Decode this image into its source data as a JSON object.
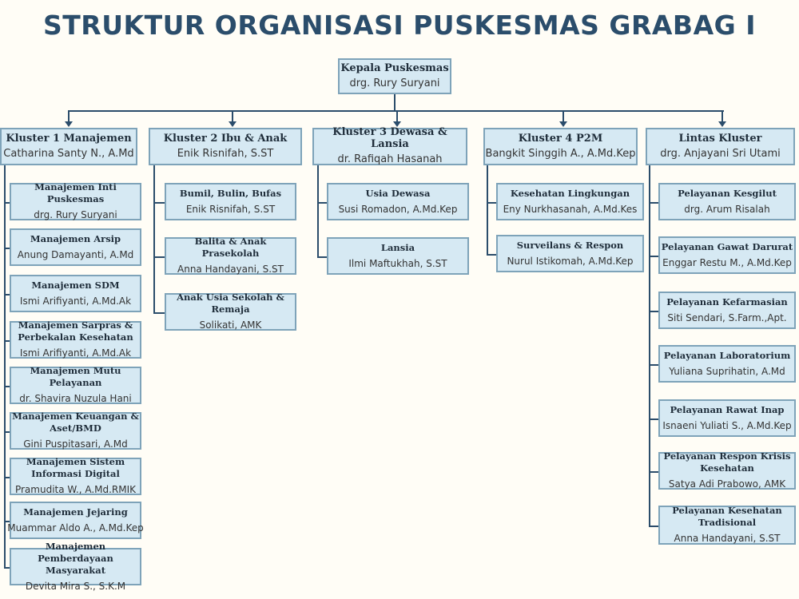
{
  "title": "STRUKTUR ORGANISASI PUSKESMAS GRABAG I",
  "head": {
    "title": "Kepala Puskesmas",
    "name": "drg. Rury Suryani"
  },
  "clusters": [
    {
      "title": "Kluster 1 Manajemen",
      "name": "Catharina Santy N., A.Md",
      "children": [
        {
          "title": "Manajemen Inti Puskesmas",
          "name": "drg. Rury Suryani"
        },
        {
          "title": "Manajemen Arsip",
          "name": "Anung Damayanti, A.Md"
        },
        {
          "title": "Manajemen SDM",
          "name": "Ismi Arifiyanti, A.Md.Ak"
        },
        {
          "title": "Manajemen Sarpras & Perbekalan Kesehatan",
          "name": "Ismi Arifiyanti, A.Md.Ak"
        },
        {
          "title": "Manajemen Mutu Pelayanan",
          "name": "dr. Shavira Nuzula Hani"
        },
        {
          "title": "Manajemen Keuangan & Aset/BMD",
          "name": "Gini Puspitasari, A.Md"
        },
        {
          "title": "Manajemen Sistem Informasi Digital",
          "name": "Pramudita W., A.Md.RMIK"
        },
        {
          "title": "Manajemen Jejaring",
          "name": "Muammar Aldo A., A.Md.Kep"
        },
        {
          "title": "Manajemen Pemberdayaan Masyarakat",
          "name": "Devita Mira S., S.K.M"
        }
      ]
    },
    {
      "title": "Kluster 2 Ibu & Anak",
      "name": "Enik Risnifah, S.ST",
      "children": [
        {
          "title": "Bumil, Bulin, Bufas",
          "name": "Enik Risnifah, S.ST"
        },
        {
          "title": "Balita & Anak Prasekolah",
          "name": "Anna Handayani, S.ST"
        },
        {
          "title": "Anak Usia Sekolah & Remaja",
          "name": "Solikati, AMK"
        }
      ]
    },
    {
      "title": "Kluster 3 Dewasa & Lansia",
      "name": "dr. Rafiqah Hasanah",
      "children": [
        {
          "title": "Usia Dewasa",
          "name": "Susi Romadon, A.Md.Kep"
        },
        {
          "title": "Lansia",
          "name": "Ilmi Maftukhah, S.ST"
        }
      ]
    },
    {
      "title": "Kluster 4 P2M",
      "name": "Bangkit Singgih A., A.Md.Kep",
      "children": [
        {
          "title": "Kesehatan Lingkungan",
          "name": "Eny Nurkhasanah, A.Md.Kes"
        },
        {
          "title": "Surveilans & Respon",
          "name": "Nurul Istikomah, A.Md.Kep"
        }
      ]
    },
    {
      "title": "Lintas Kluster",
      "name": "drg. Anjayani Sri Utami",
      "children": [
        {
          "title": "Pelayanan Kesgilut",
          "name": "drg. Arum Risalah"
        },
        {
          "title": "Pelayanan Gawat Darurat",
          "name": "Enggar Restu M., A.Md.Kep"
        },
        {
          "title": "Pelayanan Kefarmasian",
          "name": "Siti Sendari, S.Farm.,Apt."
        },
        {
          "title": "Pelayanan Laboratorium",
          "name": "Yuliana Suprihatin, A.Md"
        },
        {
          "title": "Pelayanan Rawat Inap",
          "name": "Isnaeni Yuliati S., A.Md.Kep"
        },
        {
          "title": "Pelayanan Respon Krisis Kesehatan",
          "name": "Satya Adi Prabowo, AMK"
        },
        {
          "title": "Pelayanan Kesehatan Tradisional",
          "name": "Anna Handayani, S.ST"
        }
      ]
    }
  ]
}
